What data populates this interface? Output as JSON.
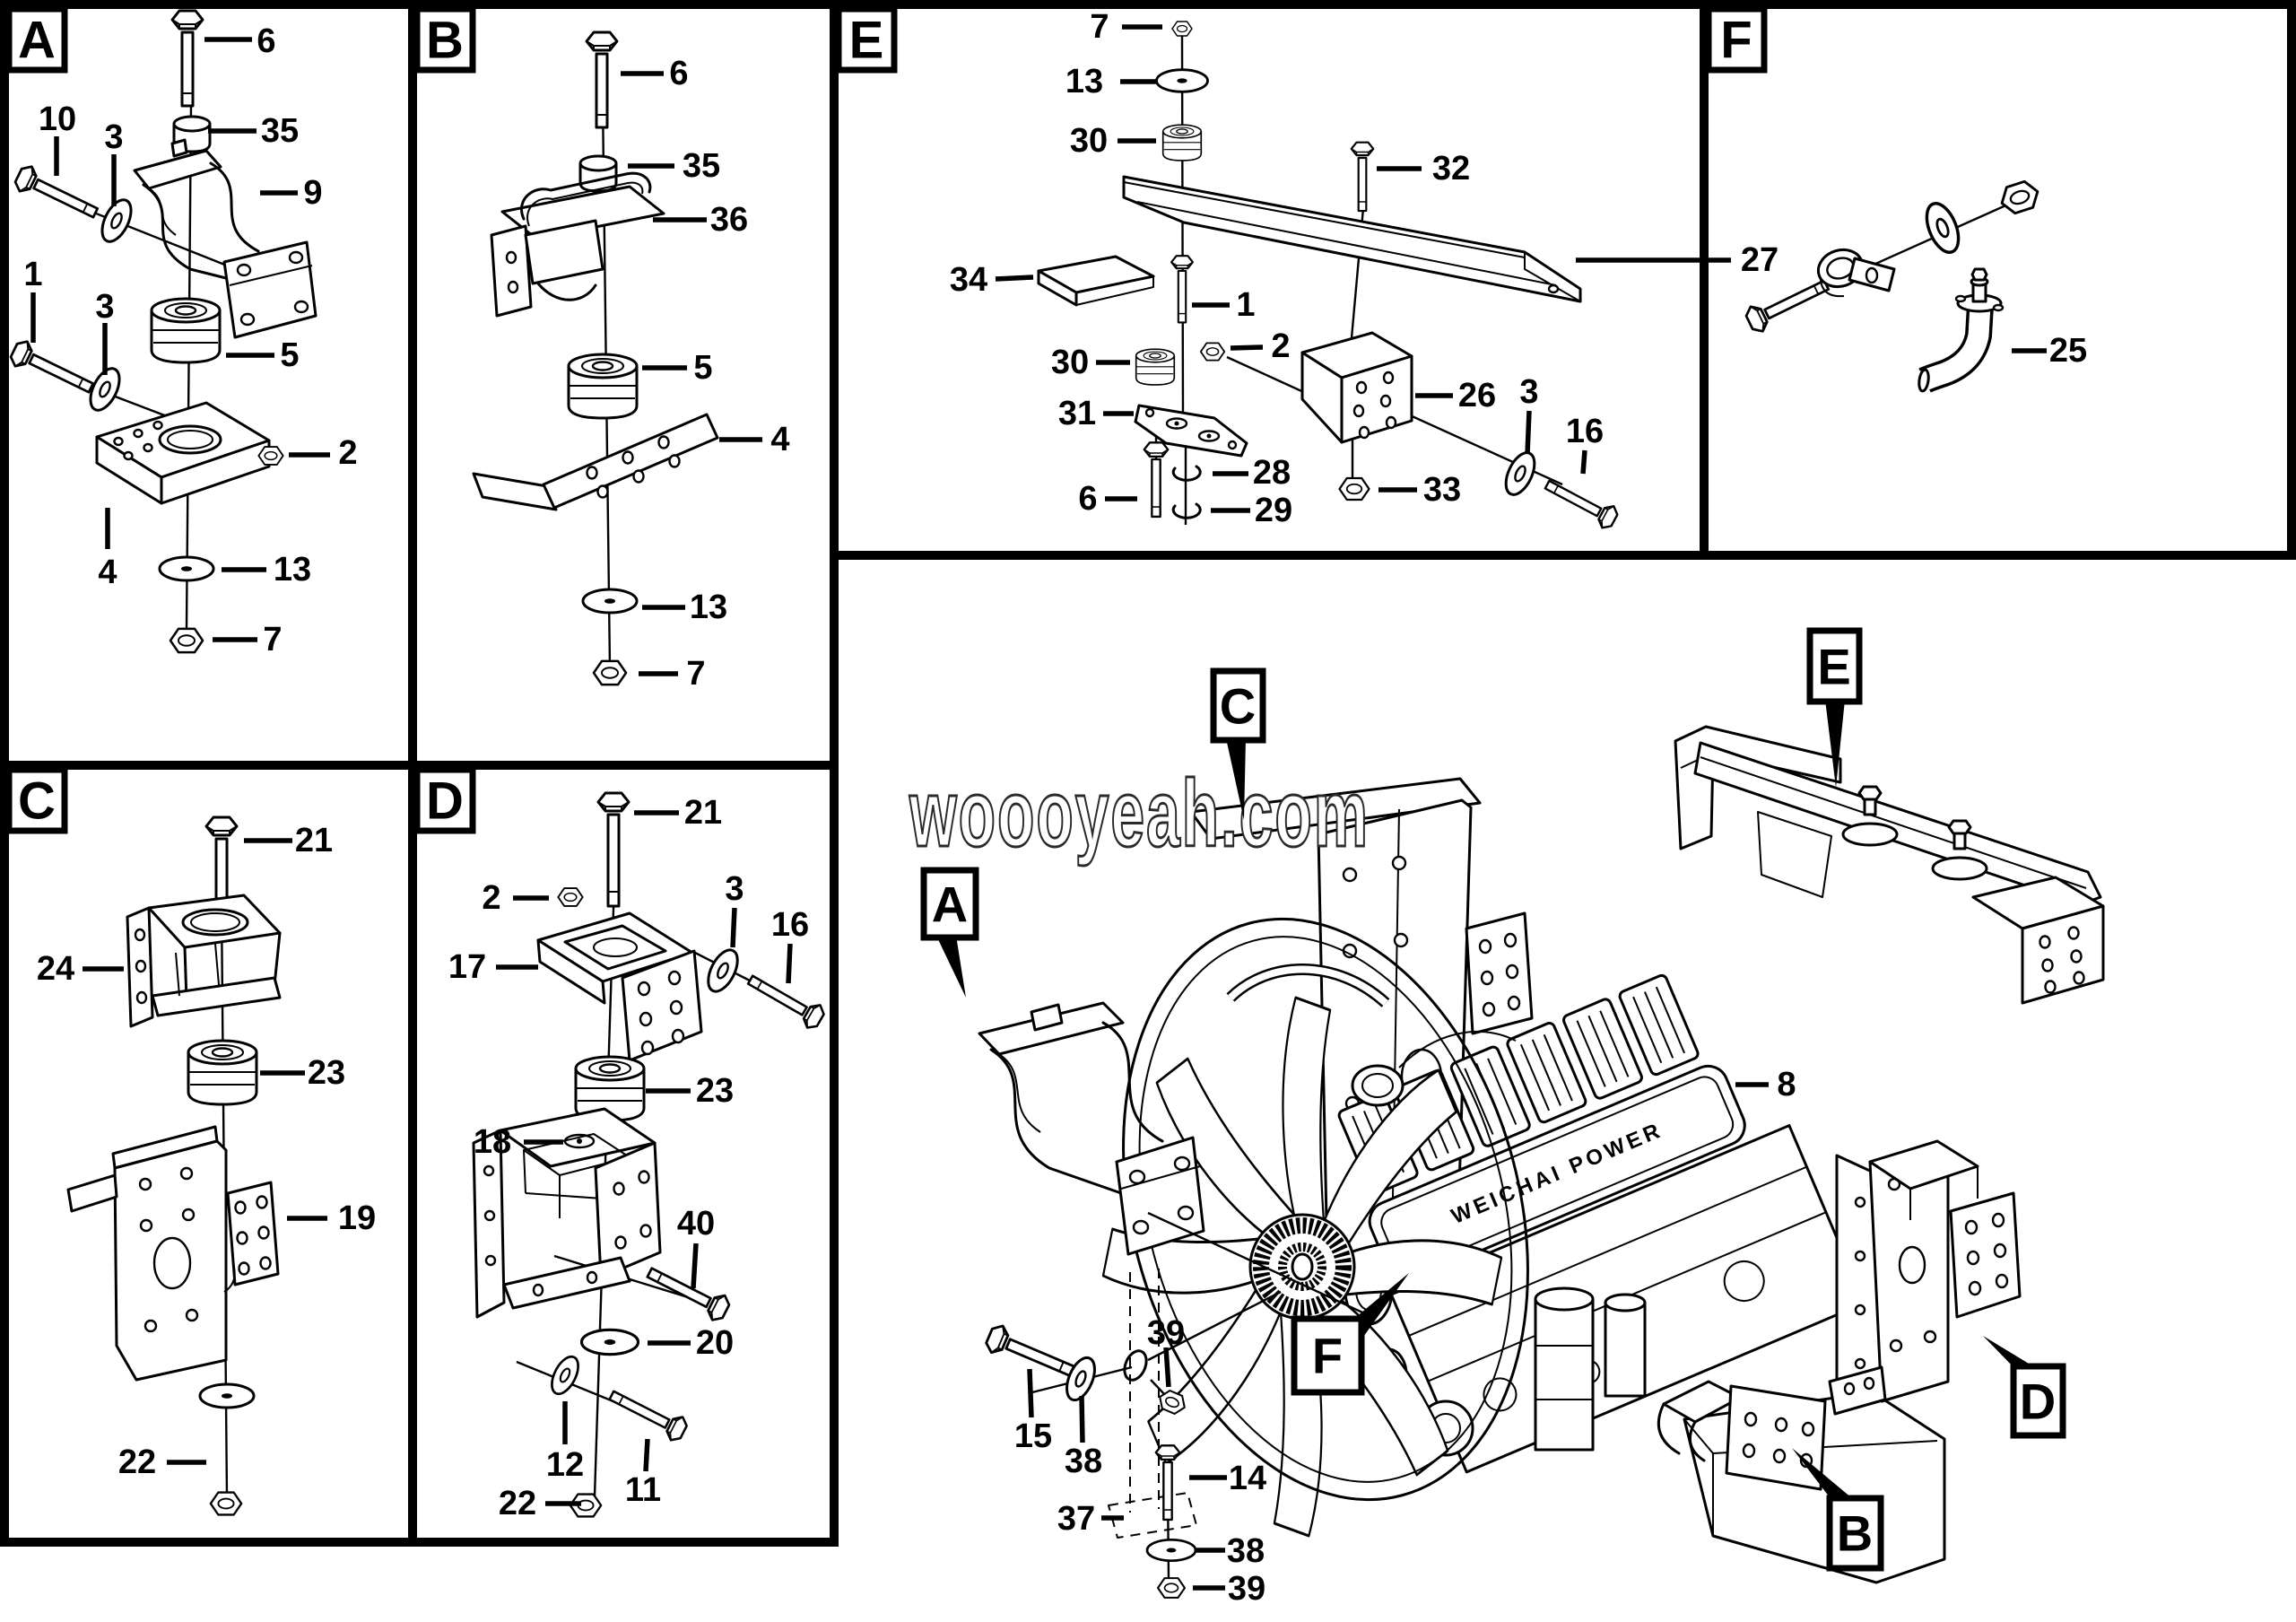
{
  "watermark": "woooyeah.com",
  "main": {
    "engine_label": "WEICHAI POWER",
    "pointers": [
      "A",
      "B",
      "C",
      "D",
      "E",
      "F"
    ],
    "callouts": [
      "8",
      "39",
      "15",
      "38",
      "14",
      "37",
      "38",
      "39"
    ]
  },
  "panels": [
    {
      "letter": "A",
      "callouts": [
        "6",
        "35",
        "9",
        "10",
        "3",
        "1",
        "3",
        "5",
        "2",
        "4",
        "13",
        "7"
      ]
    },
    {
      "letter": "B",
      "callouts": [
        "6",
        "35",
        "36",
        "5",
        "4",
        "13",
        "7"
      ]
    },
    {
      "letter": "C",
      "callouts": [
        "21",
        "24",
        "23",
        "19",
        "22"
      ]
    },
    {
      "letter": "D",
      "callouts": [
        "21",
        "2",
        "17",
        "3",
        "16",
        "23",
        "18",
        "40",
        "20",
        "12",
        "11",
        "22"
      ]
    },
    {
      "letter": "E",
      "callouts": [
        "7",
        "13",
        "30",
        "32",
        "27",
        "34",
        "1",
        "2",
        "30",
        "31",
        "28",
        "6",
        "29",
        "26",
        "3",
        "16",
        "33"
      ]
    },
    {
      "letter": "F",
      "callouts": [
        "25"
      ]
    }
  ]
}
